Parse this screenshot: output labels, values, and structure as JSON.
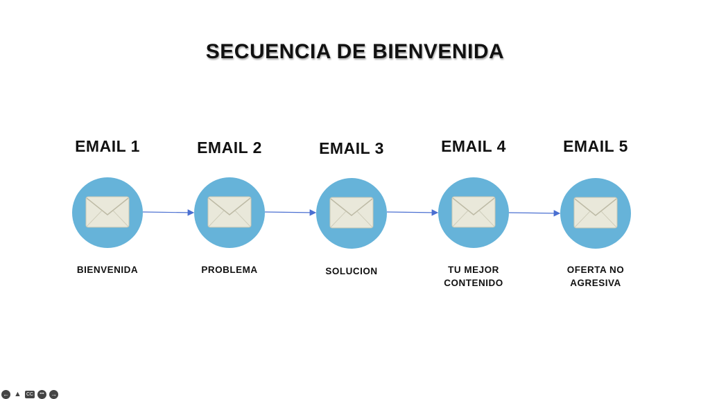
{
  "title": "SECUENCIA DE BIENVENIDA",
  "colors": {
    "circle": "#66b3d9",
    "arrow": "#4a6fd1",
    "envelope_body": "#e9e8da"
  },
  "steps": [
    {
      "heading": "EMAIL 1",
      "caption_lines": [
        "BIENVENIDA",
        ""
      ],
      "icon": "envelope-icon"
    },
    {
      "heading": "EMAIL 2",
      "caption_lines": [
        "PROBLEMA",
        ""
      ],
      "icon": "envelope-icon"
    },
    {
      "heading": "EMAIL 3",
      "caption_lines": [
        "SOLUCION",
        ""
      ],
      "icon": "envelope-icon"
    },
    {
      "heading": "EMAIL 4",
      "caption_lines": [
        "TU MEJOR",
        "CONTENIDO"
      ],
      "icon": "envelope-icon"
    },
    {
      "heading": "EMAIL 5",
      "caption_lines": [
        "OFERTA NO",
        "AGRESIVA"
      ],
      "icon": "envelope-icon"
    }
  ],
  "player_controls": {
    "items": [
      {
        "icon": "previous-icon",
        "glyph": "←"
      },
      {
        "icon": "pointer-icon",
        "glyph": "▲"
      },
      {
        "icon": "closed-captions-icon",
        "glyph": "CC"
      },
      {
        "icon": "more-options-icon",
        "glyph": "•••"
      },
      {
        "icon": "next-icon",
        "glyph": "→"
      }
    ]
  }
}
